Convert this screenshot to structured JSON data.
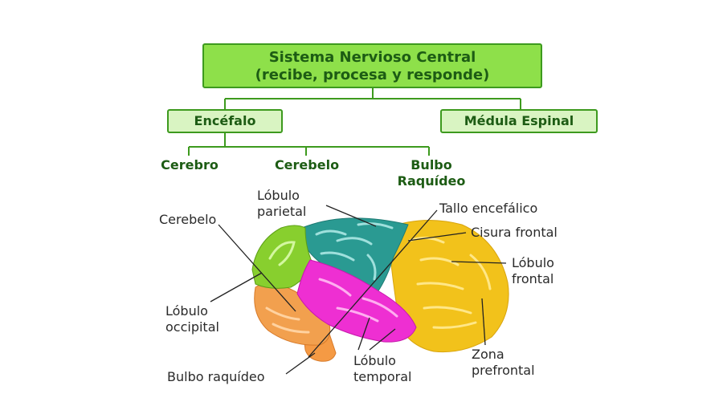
{
  "hierarchy": {
    "root": {
      "line1": "Sistema Nervioso Central",
      "line2": "(recibe, procesa y responde)"
    },
    "encefalo": "Encéfalo",
    "medula": "Médula Espinal",
    "cerebro": "Cerebro",
    "cerebelo": "Cerebelo",
    "bulbo": {
      "line1": "Bulbo",
      "line2": "Raquídeo"
    }
  },
  "brain_labels": {
    "lobulo_parietal": {
      "line1": "Lóbulo",
      "line2": "parietal"
    },
    "tallo": "Tallo encefálico",
    "cerebelo": "Cerebelo",
    "cisura_frontal": "Cisura frontal",
    "lobulo_frontal": {
      "line1": "Lóbulo",
      "line2": "frontal"
    },
    "lobulo_occipital": {
      "line1": "Lóbulo",
      "line2": "occipital"
    },
    "zona_prefrontal": {
      "line1": "Zona",
      "line2": "prefrontal"
    },
    "lobulo_temporal": {
      "line1": "Lóbulo",
      "line2": "temporal"
    },
    "bulbo_raquideo": "Bulbo raquídeo"
  },
  "colors": {
    "box_border": "#3d9a1e",
    "box_main_fill": "#8ee04a",
    "box_sub_fill": "#d9f4c2",
    "heading_text": "#1d5c14",
    "frontal_lobe": "#f2c21b",
    "parietal_lobe": "#2a9a92",
    "temporal_lobe": "#ee2fd2",
    "occipital_lobe": "#88cf2e",
    "cerebellum": "#f2a04e",
    "brainstem": "#f59a44"
  }
}
